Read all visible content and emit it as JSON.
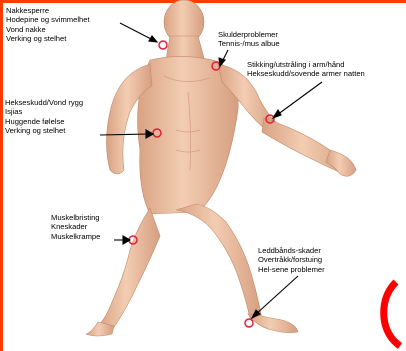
{
  "colors": {
    "border": "#ff3b00",
    "skin": "#efc3a5",
    "skin_shadow": "#c98e70",
    "marker": "#e0203a",
    "arrow": "#000000",
    "partial_logo": "#ff0000"
  },
  "labels": {
    "neck": [
      "Nakkesperre",
      "Hodepine og svimmelhet",
      "Vond nakke",
      "Verking og stelhet"
    ],
    "shoulder": [
      "Skulderproblemer",
      "Tennis-/mus albue"
    ],
    "arm": [
      "Stikking/utstråling i arm/hånd",
      "Hekseskudd/sovende armer natten"
    ],
    "back": [
      "Hekseskudd/Vond rygg",
      "Isjias",
      "Huggende følelse",
      "Verking og stelhet"
    ],
    "knee": [
      "Muskelbristing",
      "Kneskader",
      "Muskelkrampe"
    ],
    "ankle": [
      "Leddbånds-skader",
      "Overtråkk/forstuing",
      "Hel-sene problemer"
    ]
  }
}
